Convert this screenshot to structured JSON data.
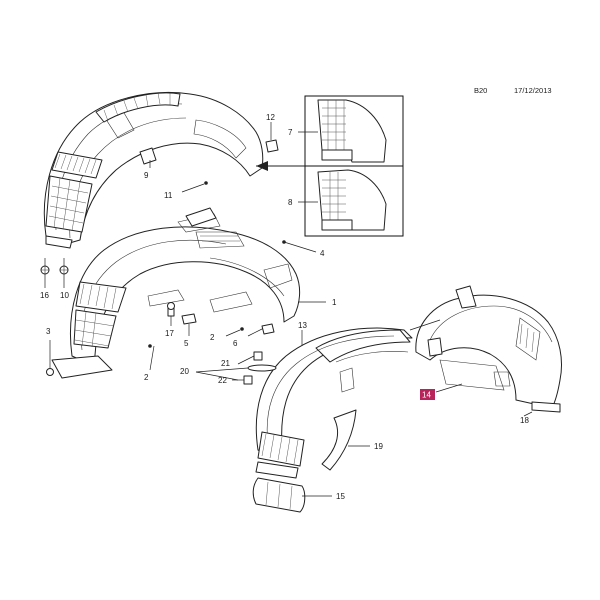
{
  "header": {
    "code": "B20",
    "date": "17/12/2013"
  },
  "callouts": [
    {
      "id": "c1",
      "text": "1"
    },
    {
      "id": "c2a",
      "text": "2"
    },
    {
      "id": "c2b",
      "text": "2"
    },
    {
      "id": "c3",
      "text": "3"
    },
    {
      "id": "c4",
      "text": "4"
    },
    {
      "id": "c5",
      "text": "5"
    },
    {
      "id": "c6",
      "text": "6"
    },
    {
      "id": "c7",
      "text": "7"
    },
    {
      "id": "c8",
      "text": "8"
    },
    {
      "id": "c9",
      "text": "9"
    },
    {
      "id": "c10",
      "text": "10"
    },
    {
      "id": "c11",
      "text": "11"
    },
    {
      "id": "c12",
      "text": "12"
    },
    {
      "id": "c13",
      "text": "13"
    },
    {
      "id": "c14",
      "text": "14"
    },
    {
      "id": "c15",
      "text": "15"
    },
    {
      "id": "c16",
      "text": "16"
    },
    {
      "id": "c17",
      "text": "17"
    },
    {
      "id": "c18",
      "text": "18"
    },
    {
      "id": "c19",
      "text": "19"
    },
    {
      "id": "c20",
      "text": "20"
    },
    {
      "id": "c21",
      "text": "21"
    },
    {
      "id": "c22",
      "text": "22"
    }
  ],
  "highlight_color": "#b8235a",
  "line_color": "#222222"
}
